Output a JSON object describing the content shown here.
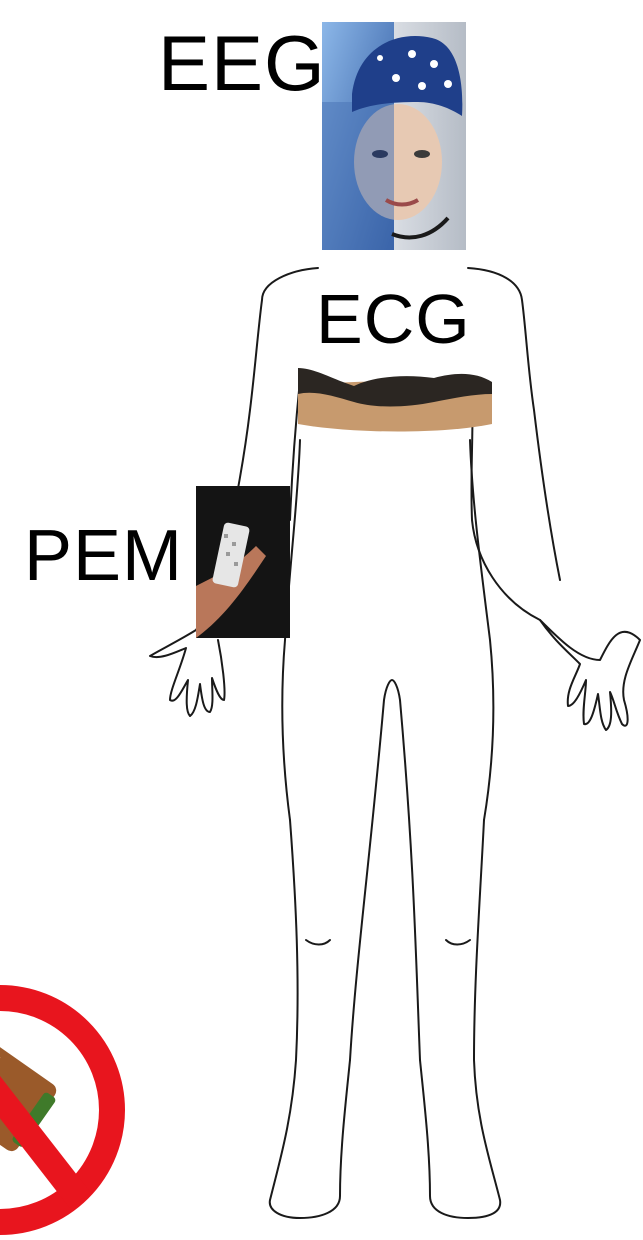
{
  "labels": {
    "eeg": "EEG",
    "ecg": "ECG",
    "pem": "PEM"
  },
  "colors": {
    "outline": "#1a1a1a",
    "eeg_cap": "#1f3f8a",
    "eeg_bg": "#6e9ccd",
    "chest_band": "#2b2622",
    "skin": "#c79a6e",
    "wrist_bg": "#141414",
    "prohibit_red": "#e8151e",
    "battery": "#9a5a2a"
  },
  "icons": {
    "eeg_photo": "eeg-cap-photo",
    "ecg_photo": "chest-strap-photo",
    "pem_photo": "wrist-sensor-photo",
    "no_battery": "no-battery-icon"
  }
}
